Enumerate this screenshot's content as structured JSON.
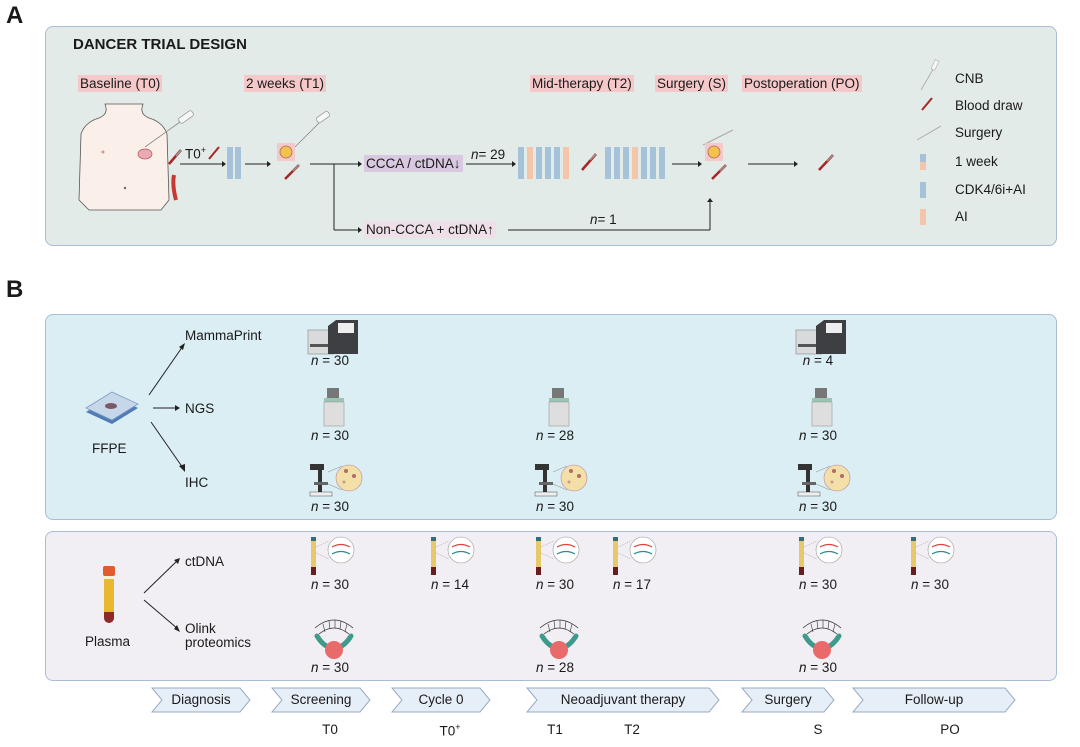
{
  "panelA": {
    "letter": "A",
    "title": "DANCER TRIAL DESIGN",
    "timepoints": [
      "Baseline (T0)",
      "2 weeks (T1)",
      "Mid-therapy (T2)",
      "Surgery (S)",
      "Postoperation (PO)"
    ],
    "t0plus": "T0",
    "t0plus_sup": "+",
    "branch_ccca": "CCCA / ctDNA↓",
    "branch_nonccca": "Non-CCCA + ctDNA↑",
    "n_ccca": "= 29",
    "n_nonccca": "= 1",
    "n_italic": "n",
    "bars_first": [
      "blue",
      "blue"
    ],
    "bars_seq1": [
      "blue",
      "orange",
      "blue",
      "blue",
      "blue",
      "orange"
    ],
    "bars_seq2": [
      "blue",
      "blue",
      "blue",
      "orange",
      "blue",
      "blue",
      "blue"
    ],
    "legend": [
      {
        "icon": "cnb-needle-icon",
        "label": "CNB"
      },
      {
        "icon": "blood-draw-syringe-icon",
        "label": "Blood draw"
      },
      {
        "icon": "surgery-scalpel-icon",
        "label": "Surgery"
      },
      {
        "icon": "week-bar-icon",
        "label": "1 week"
      },
      {
        "icon": "cdk-bar-icon",
        "label": "CDK4/6i+AI"
      },
      {
        "icon": "ai-bar-icon",
        "label": "AI"
      }
    ],
    "colors": {
      "cdk": "#a6c2d8",
      "ai": "#f4c6a9",
      "timepoint_bg": "#f5c8c9",
      "ccca_bg": "#d9c9e0",
      "nonccca_bg": "#eedfe9"
    }
  },
  "panelB": {
    "letter": "B",
    "tissue": {
      "source": "FFPE",
      "assays": [
        {
          "name": "MammaPrint",
          "counts": [
            {
              "col": "T0",
              "n": "30"
            },
            {
              "col": "S",
              "n": "4"
            }
          ]
        },
        {
          "name": "NGS",
          "counts": [
            {
              "col": "T0",
              "n": "30"
            },
            {
              "col": "T1",
              "n": "28"
            },
            {
              "col": "S",
              "n": "30"
            }
          ]
        },
        {
          "name": "IHC",
          "counts": [
            {
              "col": "T0",
              "n": "30"
            },
            {
              "col": "T1",
              "n": "30"
            },
            {
              "col": "S",
              "n": "30"
            }
          ]
        }
      ]
    },
    "plasma": {
      "source": "Plasma",
      "assays": [
        {
          "name": "ctDNA",
          "counts": [
            {
              "col": "T0",
              "n": "30"
            },
            {
              "col": "T0+",
              "n": "14"
            },
            {
              "col": "T1",
              "n": "30"
            },
            {
              "col": "T2",
              "n": "17"
            },
            {
              "col": "S",
              "n": "30"
            },
            {
              "col": "PO",
              "n": "30"
            }
          ]
        },
        {
          "name": "Olink proteomics",
          "name_line1": "Olink",
          "name_line2": "proteomics",
          "counts": [
            {
              "col": "T0",
              "n": "30"
            },
            {
              "col": "T1",
              "n": "28"
            },
            {
              "col": "S",
              "n": "30"
            }
          ]
        }
      ]
    },
    "n_prefix": "n",
    "eq": " = ",
    "phases": [
      "Diagnosis",
      "Screening",
      "Cycle 0",
      "Neoadjuvant therapy",
      "Surgery",
      "Follow-up"
    ],
    "ticks": [
      "T0",
      "T0",
      "T1",
      "T2",
      "S",
      "PO"
    ],
    "tick_sup": [
      "",
      "+",
      "",
      "",
      "",
      ""
    ]
  }
}
